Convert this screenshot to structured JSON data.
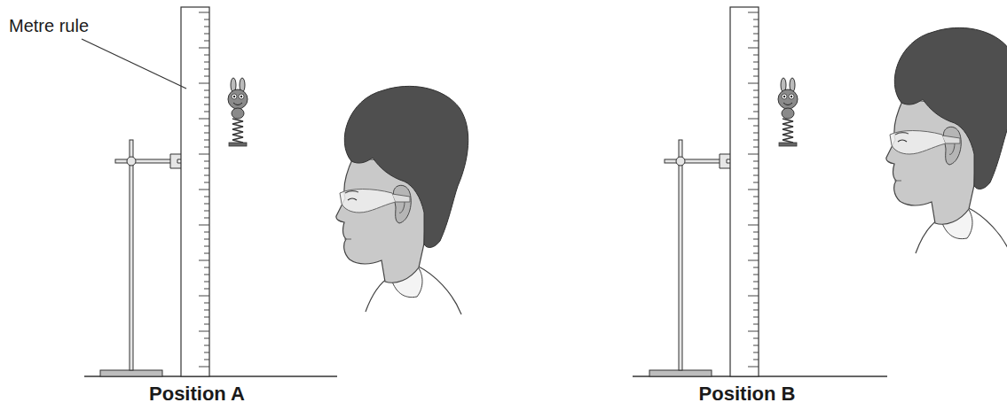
{
  "diagram": {
    "labels": [
      "Metre rule",
      "Position A",
      "Position B"
    ]
  }
}
